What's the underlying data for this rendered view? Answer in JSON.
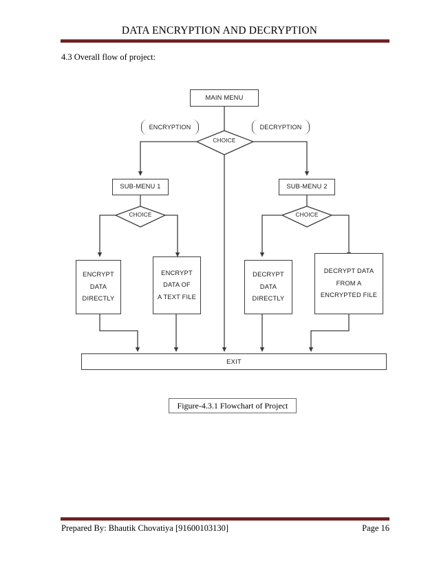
{
  "header": {
    "title": "DATA ENCRYPTION AND DECRYPTION",
    "rule_color": "#6E1F21"
  },
  "section": {
    "heading": "4.3 Overall flow of project:"
  },
  "flowchart": {
    "caption": "Figure-4.3.1 Flowchart of Project",
    "line_color": "#3b3b3b",
    "nodes": {
      "main_menu": "MAIN MENU",
      "choice_top": "CHOICE",
      "branch_left": "ENCRYPTION",
      "branch_right": "DECRYPTION",
      "sub_menu_1": "SUB-MENU 1",
      "sub_menu_2": "SUB-MENU 2",
      "choice_left": "CHOICE",
      "choice_right": "CHOICE",
      "leaf1": [
        "ENCRYPT",
        "DATA",
        "DIRECTLY"
      ],
      "leaf2": [
        "ENCRYPT",
        "DATA OF",
        "A TEXT FILE"
      ],
      "leaf3": [
        "DECRYPT",
        "DATA",
        "DIRECTLY"
      ],
      "leaf4": [
        "DECRYPT  DATA",
        "FROM A",
        "ENCRYPTED FILE"
      ],
      "exit": "EXIT"
    }
  },
  "footer": {
    "prepared_by": "Prepared By: Bhautik Chovatiya [91600103130]",
    "page_number": "Page 16",
    "rule_color": "#6E1F21"
  }
}
